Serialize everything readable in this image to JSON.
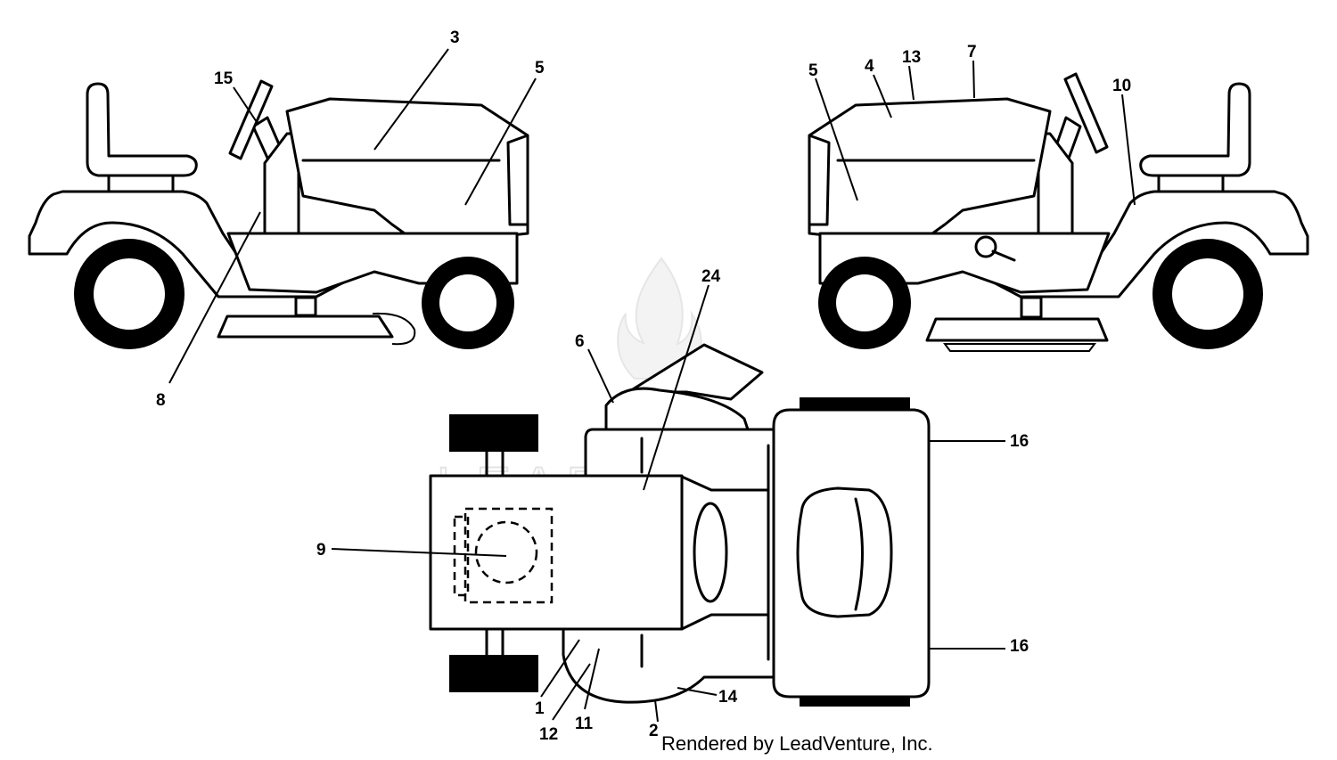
{
  "callouts": {
    "c1": "1",
    "c2": "2",
    "c3": "3",
    "c4": "4",
    "c5_left": "5",
    "c5_right": "5",
    "c6": "6",
    "c7": "7",
    "c8": "8",
    "c9": "9",
    "c10": "10",
    "c11": "11",
    "c12": "12",
    "c13": "13",
    "c14": "14",
    "c15": "15",
    "c16_top": "16",
    "c16_bottom": "16",
    "c24": "24"
  },
  "watermark": "LEADVENTURE",
  "credit": "Rendered by LeadVenture, Inc."
}
